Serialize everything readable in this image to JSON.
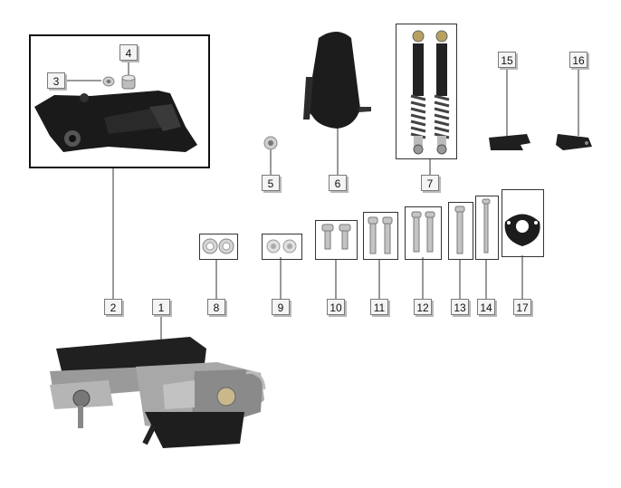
{
  "callouts": [
    {
      "id": "1",
      "label": "1"
    },
    {
      "id": "2",
      "label": "2"
    },
    {
      "id": "3",
      "label": "3"
    },
    {
      "id": "4",
      "label": "4"
    },
    {
      "id": "5",
      "label": "5"
    },
    {
      "id": "6",
      "label": "6"
    },
    {
      "id": "7",
      "label": "7"
    },
    {
      "id": "8",
      "label": "8"
    },
    {
      "id": "9",
      "label": "9"
    },
    {
      "id": "10",
      "label": "10"
    },
    {
      "id": "11",
      "label": "11"
    },
    {
      "id": "12",
      "label": "12"
    },
    {
      "id": "13",
      "label": "13"
    },
    {
      "id": "14",
      "label": "14"
    },
    {
      "id": "15",
      "label": "15"
    },
    {
      "id": "16",
      "label": "16"
    },
    {
      "id": "17",
      "label": "17"
    }
  ],
  "colors": {
    "line": "#333333",
    "part_dark": "#1a1a1a",
    "metal": "#c9c9c9"
  }
}
